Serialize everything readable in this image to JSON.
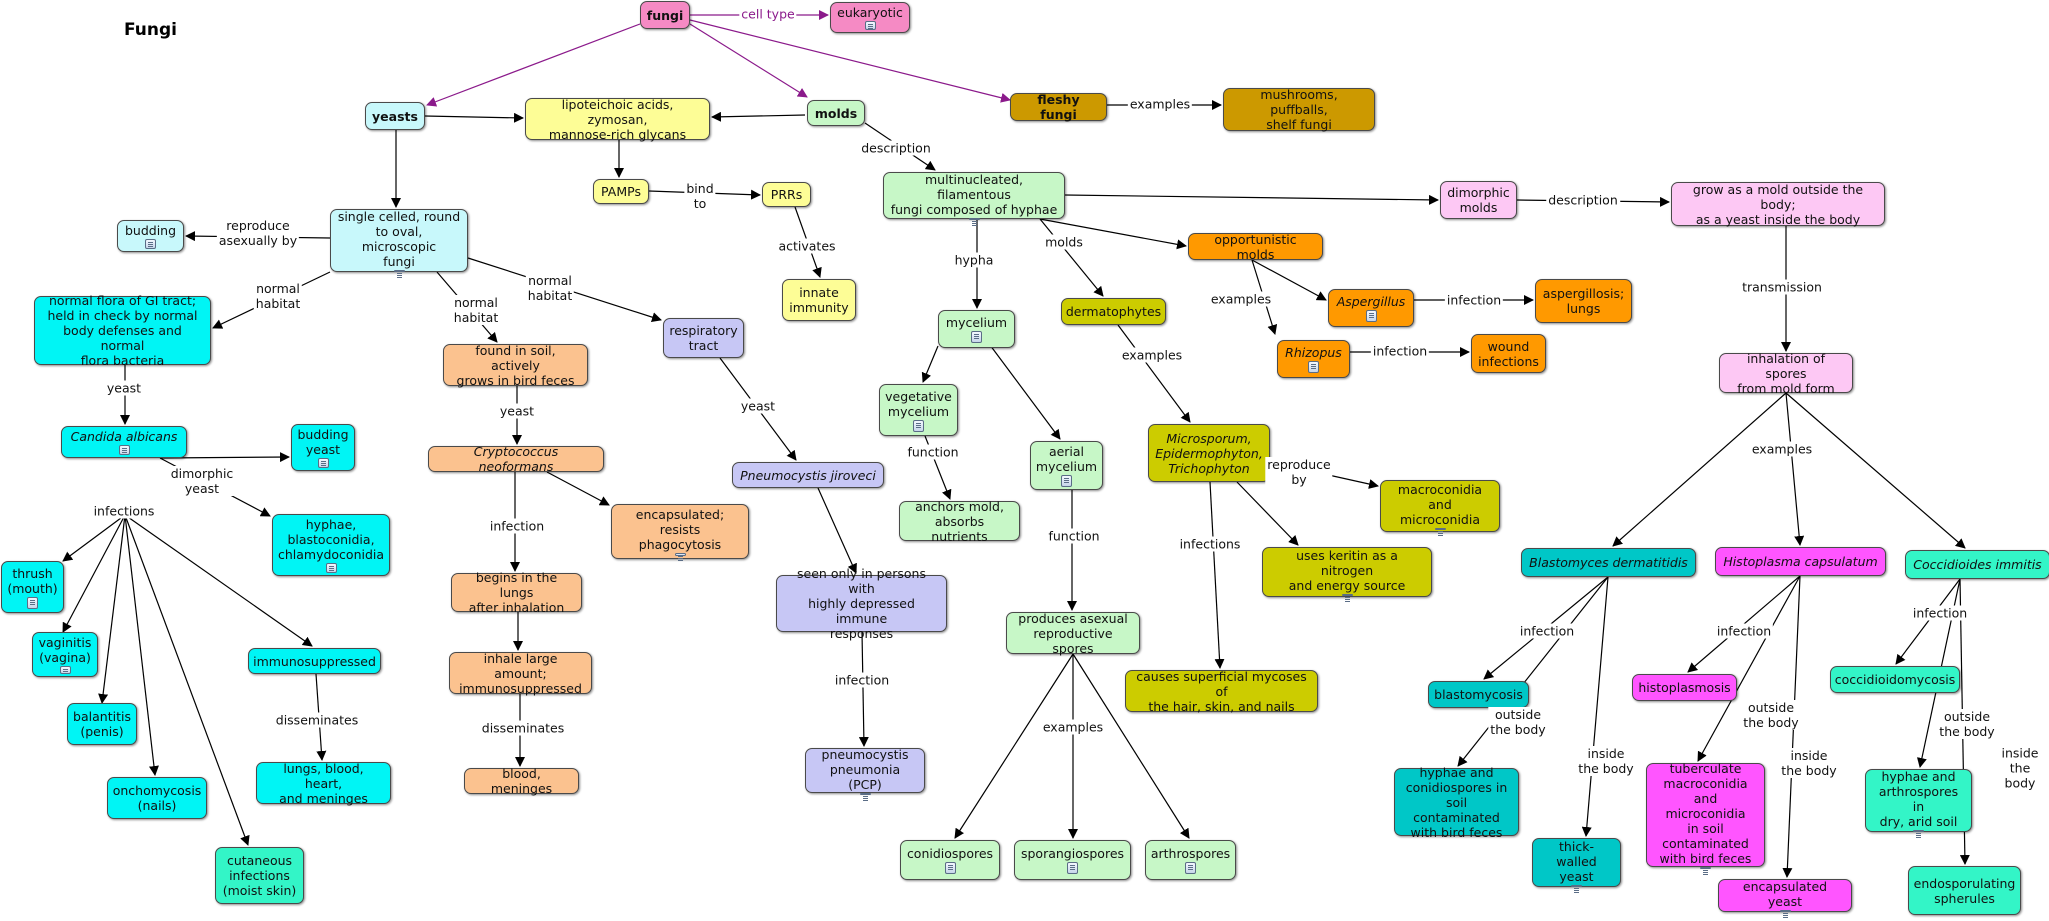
{
  "title": "Fungi",
  "colors": {
    "magenta": "#f58ac4",
    "yeast_cyan": "#c8f8fb",
    "yellow": "#fdfd96",
    "mold_green": "#c7f7c7",
    "fleshy_gold": "#cc9900",
    "pink": "#fdc8f4",
    "cyan": "#00f5f5",
    "peach": "#fbc28f",
    "lavender": "#c7c7f5",
    "olive": "#cccc00",
    "orange": "#ff9900",
    "teal": "#00c7c7",
    "pink_magenta": "#ff55ff",
    "aqua": "#33f5c7",
    "purple_line": "#8b1a8b"
  },
  "nodes": {
    "fungi": "fungi",
    "eukaryotic": "eukaryotic",
    "yeasts": "yeasts",
    "lipo": "lipoteichoic acids, zymosan,\nmannose-rich glycans",
    "molds": "molds",
    "fleshy": "fleshy fungi",
    "mushrooms": "mushrooms, puffballs,\nshelf fungi",
    "pamps": "PAMPs",
    "prrs": "PRRs",
    "innate": "innate\nimmunity",
    "multinuc": "multinucleated, filamentous\nfungi composed of hyphae",
    "dimorphic": "dimorphic\nmolds",
    "grow": "grow as a mold outside the body;\nas a yeast inside the body",
    "budding": "budding",
    "singlecell": "single celled, round\nto oval, microscopic\nfungi",
    "normalflora": "normal flora of GI tract;\nheld in check by normal\nbody defenses and normal\nflora bacteria",
    "soil": "found in soil, actively\ngrows in bird feces",
    "resp": "respiratory\ntract",
    "candida": "Candida albicans",
    "buddingyeast": "budding\nyeast",
    "hyphaeblasto": "hyphae,\nblastoconidia,\nchlamydoconidia",
    "thrush": "thrush\n(mouth)",
    "vaginitis": "vaginitis\n(vagina)",
    "balantitis": "balantitis\n(penis)",
    "onchomycosis": "onchomycosis\n(nails)",
    "cutaneous": "cutaneous\ninfections\n(moist skin)",
    "immuno": "immunosuppressed",
    "lungsblood": "lungs, blood, heart,\nand meninges",
    "crypto": "Cryptococcus neoformans",
    "encaps": "encapsulated;\nresists phagocytosis",
    "beginslungs": "begins in the lungs\nafter inhalation",
    "inhalelarge": "inhale large amount;\nimmunosuppressed",
    "bloodmen": "blood, meninges",
    "pneumocystis": "Pneumocystis jiroveci",
    "seenonly": "seen only in persons with\nhighly depressed immune\nresponses",
    "pcp": "pneumocystis\npneumonia (PCP)",
    "mycelium": "mycelium",
    "vegmyc": "vegetative\nmycelium",
    "anchors": "anchors mold,\nabsorbs nutrients",
    "aerial": "aerial\nmycelium",
    "produces": "produces asexual\nreproductive spores",
    "conidiospores": "conidiospores",
    "sporangiospores": "sporangiospores",
    "arthrospores": "arthrospores",
    "dermatophytes": "dermatophytes",
    "microsporum": "Microsporum,\nEpidermophyton,\nTrichophyton",
    "macroconidia": "macroconidia and\nmicroconidia",
    "keritin": "uses keritin as a nitrogen\nand energy source",
    "superficial": "causes superficial mycoses of\nthe hair, skin, and nails",
    "opportunistic": "opportunistic molds",
    "aspergillus": "Aspergillus",
    "aspergillosis": "aspergillosis;\nlungs",
    "rhizopus": "Rhizopus",
    "wound": "wound\ninfections",
    "inhalation": "inhalation of spores\nfrom mold form",
    "blasto": "Blastomyces dermatitidis",
    "histo": "Histoplasma capsulatum",
    "cocci": "Coccidioides immitis",
    "blastomycosis": "blastomycosis",
    "histoplasmosis": "histoplasmosis",
    "coccidioidomycosis": "coccidioidomycosis",
    "hyphaeconidio": "hyphae and\nconidiospores in\nsoil contaminated\nwith bird feces",
    "thickwalled": "thick-walled\nyeast",
    "tuberculate": "tuberculate\nmacroconidia\nand microconidia\nin soil\ncontaminated\nwith bird feces",
    "encapyeast": "encapsulated yeast",
    "hyphaearthro": "hyphae and\narthrospores in\ndry, arid soil",
    "endosporulating": "endosporulating\nspherules"
  },
  "links": {
    "celltype": "cell type",
    "examples": "examples",
    "description": "description",
    "bindto": "bind\nto",
    "activates": "activates",
    "reproduce_asexually": "reproduce\nasexually by",
    "normal_habitat": "normal\nhabitat",
    "yeast": "yeast",
    "dimorphic_yeast": "dimorphic\nyeast",
    "infections": "infections",
    "infection": "infection",
    "disseminates": "disseminates",
    "hypha": "hypha",
    "function": "function",
    "molds": "molds",
    "reproduce_by": "reproduce\nby",
    "transmission": "transmission",
    "outside_body": "outside\nthe body",
    "inside_body": "inside\nthe body"
  }
}
